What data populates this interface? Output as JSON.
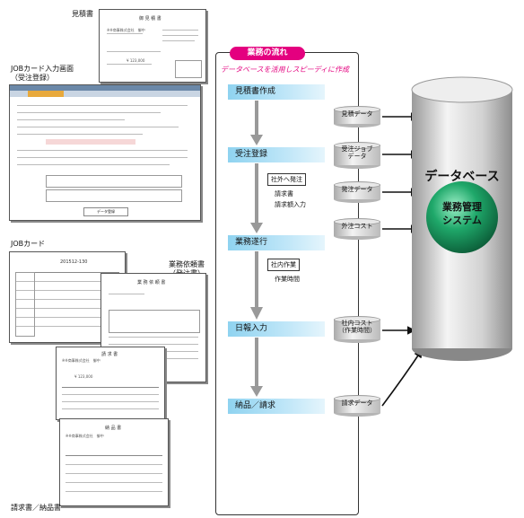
{
  "documents": {
    "estimate_label": "見積書",
    "estimate_title": "御 見 積 書",
    "estimate_addressee": "※※商事株式会社　御中",
    "estimate_amount": "¥ 123,000",
    "job_input_label": "JOBカード入力画面\n（受注登録）",
    "job_card_label": "JOBカード",
    "job_card_code": "201512-130",
    "order_label": "業務依頼書\n（発注書）",
    "order_title": "業 務 依 頼 書",
    "invoice_title": "請 求 書",
    "invoice_addressee": "※※商事株式会社　御中",
    "invoice_amount": "¥ 123,000",
    "delivery_title": "納 品 書",
    "delivery_addressee": "※※商事株式会社　御中",
    "invoice_delivery_label": "請求書／納品書",
    "job_screen_button": "データ登録"
  },
  "flow": {
    "title": "業務の流れ",
    "subtitle": "データベースを活用しスピーディに作成",
    "steps": [
      {
        "label": "見積書作成"
      },
      {
        "label": "受注登録"
      },
      {
        "label": "業務遂行"
      },
      {
        "label": "日報入力"
      },
      {
        "label": "納品／請求"
      }
    ],
    "sub": {
      "outsource_box": "社外へ発注",
      "outsource_items": [
        "請求書",
        "請求額入力"
      ],
      "inhouse_box": "社内作業",
      "inhouse_items": [
        "作業時間"
      ]
    }
  },
  "data_items": [
    "見積データ",
    "受注ジョブ\nデータ",
    "発注データ",
    "外注コスト",
    "社内コスト\n（作業時間）",
    "請求データ"
  ],
  "database": {
    "title": "データベース",
    "system_line1": "業務管理",
    "system_line2": "システム"
  },
  "colors": {
    "accent": "#e4007f",
    "step": "#8fd3f0",
    "sphere": "#1fa86a"
  }
}
